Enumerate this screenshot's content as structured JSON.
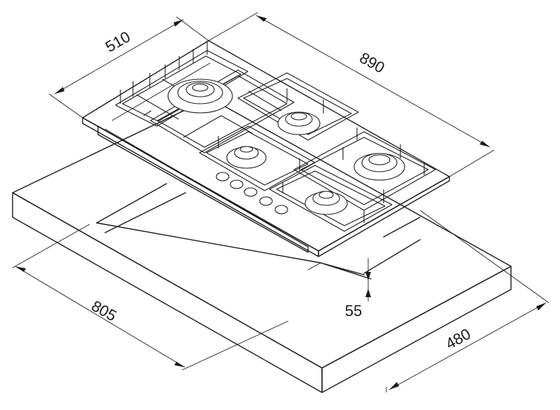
{
  "dimensions": {
    "hob_depth": "510",
    "hob_width": "890",
    "cutout_width": "805",
    "cutout_depth": "480",
    "cutout_height": "55"
  }
}
